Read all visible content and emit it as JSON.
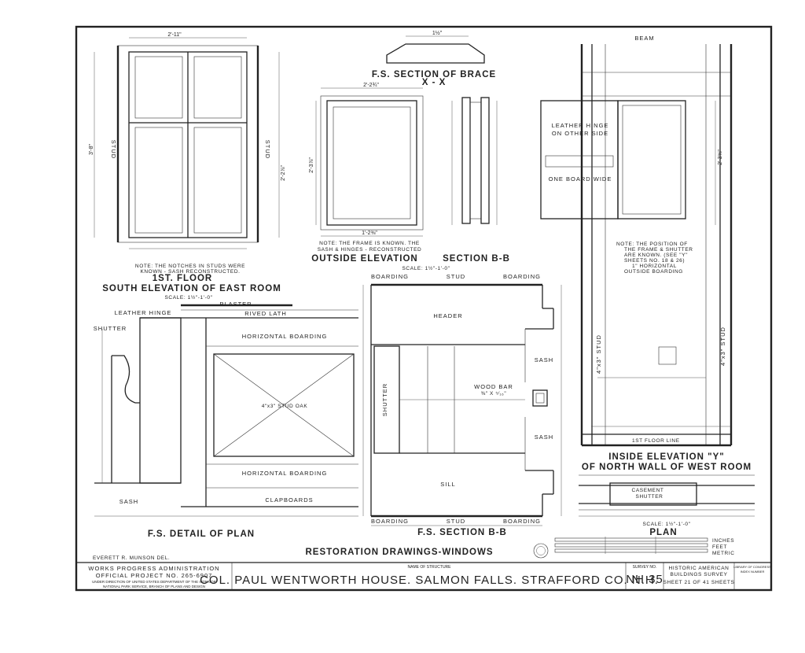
{
  "drawings": {
    "south_elev": {
      "title_1": "1ST. FLOOR",
      "title_2": "SOUTH ELEVATION OF EAST ROOM",
      "scale": "SCALE: 1½\"-1'-0\"",
      "note_1": "NOTE: THE NOTCHES IN STUDS WERE",
      "note_2": "KNOWN - SASH RECONSTRUCTED.",
      "stud": "STUD",
      "dim_width": "2'-11\"",
      "dim_height": "3'-8\"",
      "dim_right": "2'-2⅞\""
    },
    "brace": {
      "title": "F.S. SECTION OF BRACE",
      "xx": "X - X",
      "dim_top": "1½\""
    },
    "outside_elev": {
      "title": "OUTSIDE ELEVATION",
      "note_1": "NOTE: THE FRAME IS KNOWN. THE",
      "note_2": "SASH & HINGES - RECONSTRUCTED",
      "dim_top": "2'-2¾\"",
      "dim_left": "2'-3⅞\"",
      "dim_bottom": "1'-2⅜\""
    },
    "section_bb_top": {
      "title": "SECTION B-B",
      "scale": "SCALE: 1½\"-1'-0\""
    },
    "inside_elev": {
      "beam": "BEAM",
      "leather_hinge_1": "LEATHER HINGE",
      "leather_hinge_2": "ON OTHER SIDE",
      "one_board": "ONE BOARD WIDE",
      "note_1": "NOTE: THE POSITION OF",
      "note_2": "THE FRAME & SHUTTER",
      "note_3": "ARE KNOWN. (SEE \"Y\"",
      "note_4": "SHEETS NO. 18 & 26)",
      "note_5": "1\" HORIZONTAL",
      "note_6": "OUTSIDE BOARDING",
      "stud": "4\"x3\" STUD",
      "floor_line": "1ST FLOOR LINE",
      "title_1": "INSIDE ELEVATION \"Y\"",
      "title_2": "OF NORTH WALL OF WEST ROOM",
      "dim_total": "2'-3⅝\""
    },
    "plan_detail": {
      "plaster": "PLASTER",
      "leather_hinge": "LEATHER HINGE",
      "rived_lath": "RIVED LATH",
      "shutter": "SHUTTER",
      "horiz_1": "HORIZONTAL BOARDING",
      "horiz_2": "HORIZONTAL BOARDING",
      "stud": "4\"x3\" STUD OAK",
      "sash": "SASH",
      "clapboards": "CLAPBOARDS",
      "title": "F.S. DETAIL OF PLAN"
    },
    "section_bb_fs": {
      "boarding_l": "BOARDING",
      "stud": "STUD",
      "boarding_r": "BOARDING",
      "header": "HEADER",
      "sash_1": "SASH",
      "sash_2": "SASH",
      "shutter": "SHUTTER",
      "wood_bar": "WOOD BAR",
      "wood_bar_dim": "⅜\" X ⁵⁄₁₆\"",
      "sill": "SILL",
      "title": "F.S. SECTION B-B"
    },
    "plan_small": {
      "casement": "CASEMENT",
      "shutter": "SHUTTER",
      "scale": "SCALE: 1½\"-1'-0\"",
      "title": "PLAN"
    }
  },
  "legend": {
    "inches": "INCHES",
    "feet": "FEET",
    "metric": "METRIC"
  },
  "titleblock": {
    "restoration": "RESTORATION DRAWINGS-WINDOWS",
    "delineator": "EVERETT R. MUNSON DEL.",
    "wpa_1": "WORKS PROGRESS ADMINISTRATION",
    "wpa_2": "OFFICIAL PROJECT NO. 265-6907",
    "wpa_3": "UNDER DIRECTION OF UNITED STATES DEPARTMENT OF THE INTERIOR",
    "wpa_4": "NATIONAL PARK SERVICE, BRANCH OF PLANS AND DESIGN",
    "name_label": "NAME OF STRUCTURE",
    "structure": "COL. PAUL WENTWORTH HOUSE. SALMON FALLS. STRAFFORD CO. N.H.",
    "survey_label": "SURVEY NO.",
    "survey_no": "NH 35",
    "habs_1": "HISTORIC AMERICAN",
    "habs_2": "BUILDINGS SURVEY",
    "sheet": "SHEET 21 OF 41 SHEETS",
    "loc_1": "LIBRARY OF CONGRESS",
    "loc_2": "INDEX NUMBER"
  }
}
